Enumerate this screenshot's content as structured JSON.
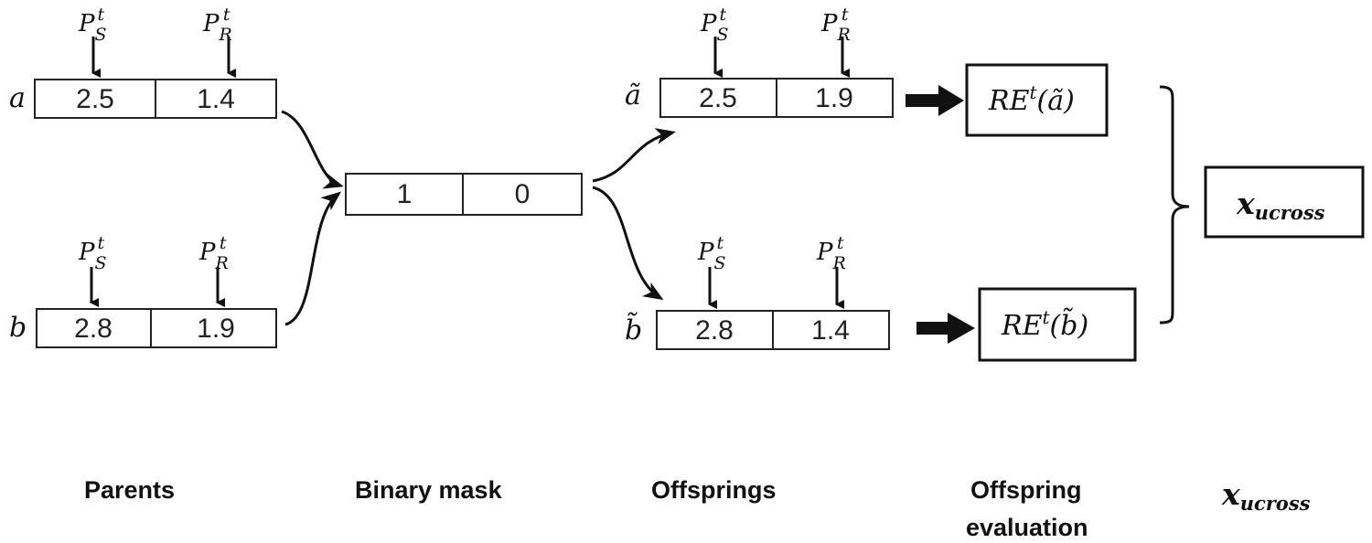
{
  "parents": {
    "a": {
      "label": "a",
      "values": [
        "2.5",
        "1.4"
      ]
    },
    "b": {
      "label": "b",
      "values": [
        "2.8",
        "1.9"
      ]
    }
  },
  "mask": {
    "values": [
      "1",
      "0"
    ]
  },
  "offspring": {
    "a": {
      "label": "ã",
      "values": [
        "2.5",
        "1.9"
      ]
    },
    "b": {
      "label": "b̃",
      "values": [
        "2.8",
        "1.4"
      ]
    }
  },
  "pointers": {
    "s_base": "P",
    "s_sub": "S",
    "r_base": "P",
    "r_sub": "R",
    "sup": "t"
  },
  "evaluation": {
    "a": {
      "base": "RE",
      "sup": "t",
      "arg": "(ã)"
    },
    "b": {
      "base": "RE",
      "sup": "t",
      "arg": "(b̃)"
    }
  },
  "result": {
    "base": "x",
    "sub": "ucross"
  },
  "captions": {
    "parents": "Parents",
    "mask": "Binary mask",
    "offsprings": "Offsprings",
    "evaluation_line1": "Offspring",
    "evaluation_line2": "evaluation",
    "result_base": "x",
    "result_sub": "ucross"
  }
}
